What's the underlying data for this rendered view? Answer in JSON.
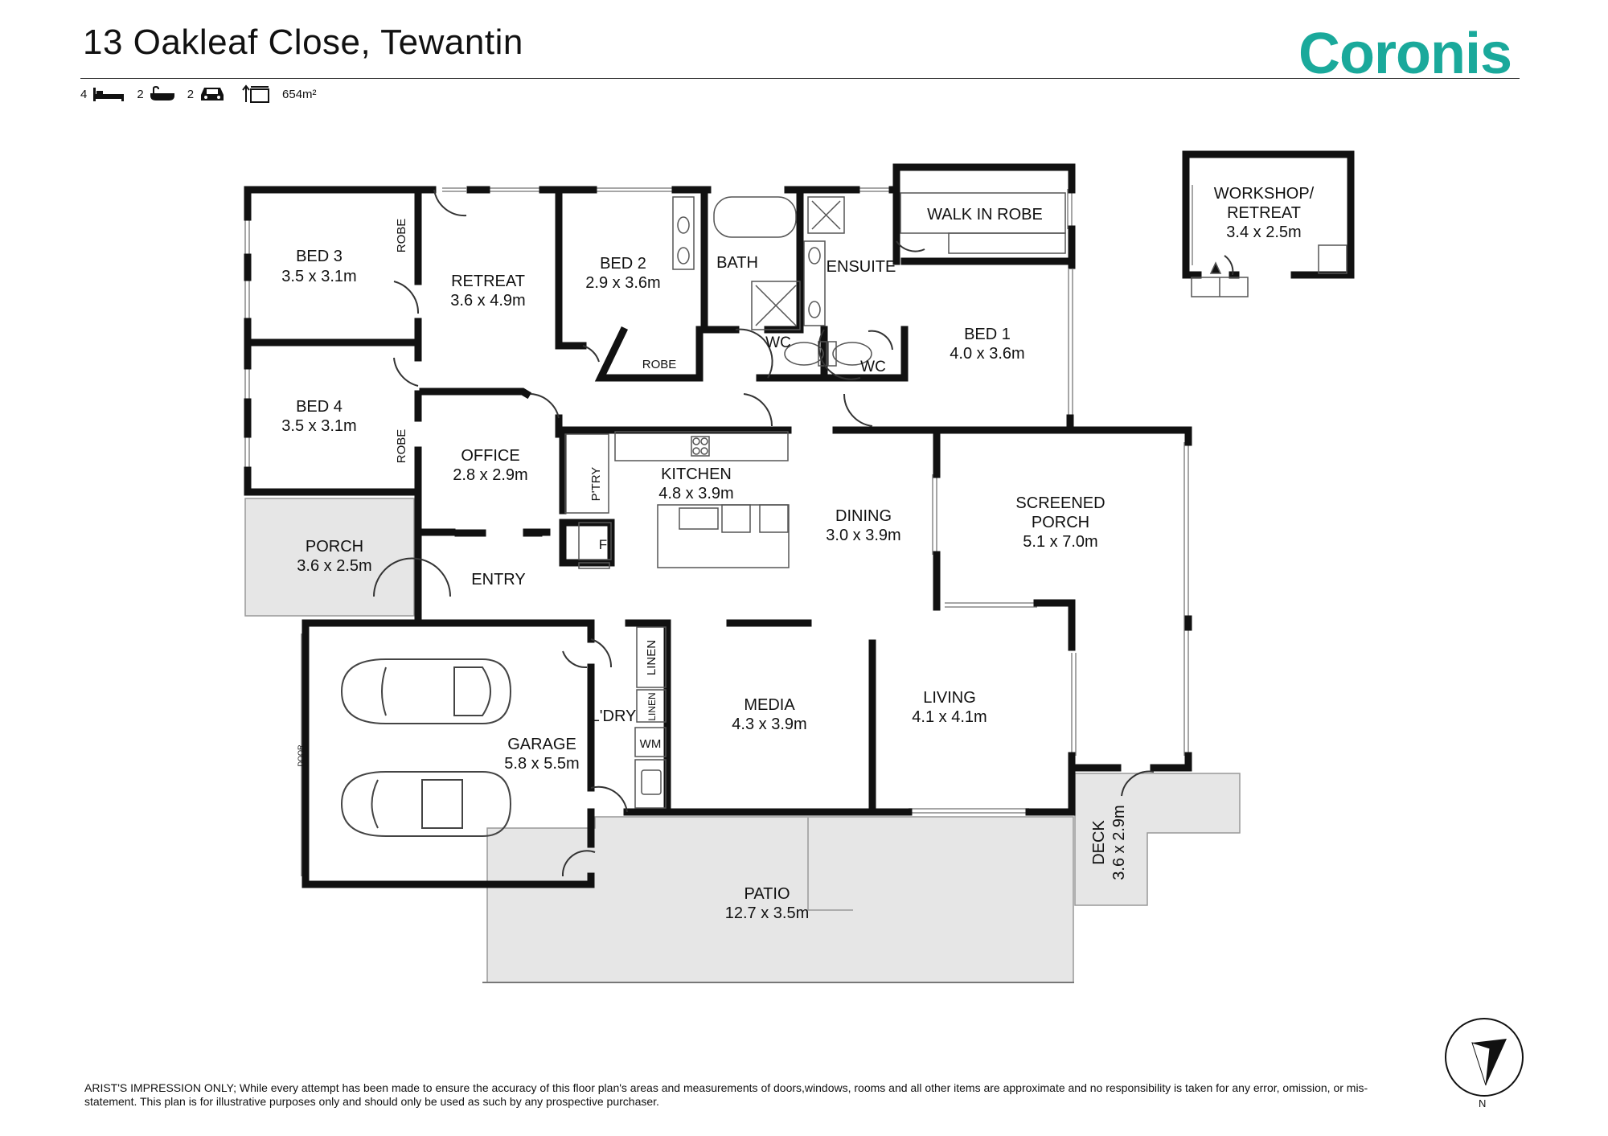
{
  "header": {
    "address": "13 Oakleaf Close, Tewantin",
    "brand": "Coronis",
    "brand_color": "#1aa99b",
    "stats": {
      "beds": "4",
      "baths": "2",
      "cars": "2",
      "land_area": "654m²",
      "icons": [
        "bed-icon",
        "bath-icon",
        "car-icon",
        "land-area-icon"
      ]
    }
  },
  "rooms": {
    "bed3": {
      "name": "BED 3",
      "size": "3.5 x 3.1m"
    },
    "bed4": {
      "name": "BED 4",
      "size": "3.5 x 3.1m"
    },
    "retreat": {
      "name": "RETREAT",
      "size": "3.6 x 4.9m"
    },
    "bed2": {
      "name": "BED 2",
      "size": "2.9 x 3.6m"
    },
    "bath": {
      "name": "BATH"
    },
    "ensuite": {
      "name": "ENSUITE"
    },
    "walk_in_robe": {
      "name": "WALK IN ROBE"
    },
    "bed1": {
      "name": "BED 1",
      "size": "4.0 x 3.6m"
    },
    "workshop": {
      "name_line1": "WORKSHOP/",
      "name_line2": "RETREAT",
      "size": "3.4 x 2.5m"
    },
    "office": {
      "name": "OFFICE",
      "size": "2.8 x 2.9m"
    },
    "kitchen": {
      "name": "KITCHEN",
      "size": "4.8 x 3.9m"
    },
    "dining": {
      "name": "DINING",
      "size": "3.0 x 3.9m"
    },
    "screened_porch": {
      "name_line1": "SCREENED",
      "name_line2": "PORCH",
      "size": "5.1 x 7.0m"
    },
    "porch": {
      "name": "PORCH",
      "size": "3.6 x 2.5m"
    },
    "entry": {
      "name": "ENTRY"
    },
    "garage": {
      "name": "GARAGE",
      "size": "5.8 x 5.5m"
    },
    "laundry": {
      "name": "L'DRY"
    },
    "media": {
      "name": "MEDIA",
      "size": "4.3 x 3.9m"
    },
    "living": {
      "name": "LIVING",
      "size": "4.1 x 4.1m"
    },
    "patio": {
      "name": "PATIO",
      "size": "12.7 x 3.5m"
    },
    "deck": {
      "name": "DECK",
      "size": "3.6 x 2.9m"
    }
  },
  "labels": {
    "robe": "ROBE",
    "wc": "WC",
    "pantry": "P'TRY",
    "fridge": "F",
    "linen": "LINEN",
    "washing_machine": "WM",
    "garage_door": "DOOR",
    "compass_north": "N"
  },
  "disclaimer": "ARIST'S IMPRESSION ONLY; While every attempt has been made to ensure the accuracy of this floor plan's areas and measurements of doors,windows, rooms and all other items are approximate and no responsibility is taken for any error, omission, or mis-statement. This plan is for illustrative purposes only and should only be used as such by any prospective purchaser.",
  "colors": {
    "wall": "#111111",
    "outdoor_fill": "#e6e6e6",
    "window_line": "#888888"
  }
}
